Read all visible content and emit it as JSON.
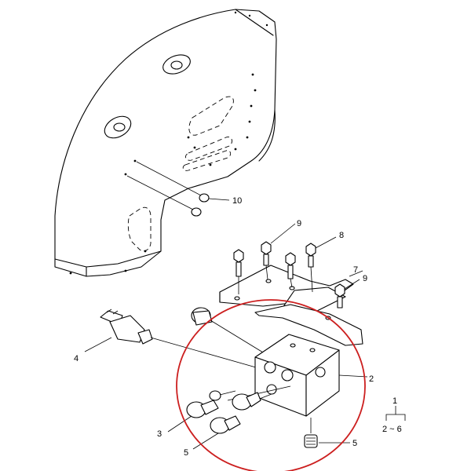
{
  "callouts": {
    "c1": "1",
    "c1_range": "2 ~ 6",
    "c2": "2",
    "c3": "3",
    "c4": "4",
    "c5a": "5",
    "c5b": "5",
    "c7": "7",
    "c8": "8",
    "c9a": "9",
    "c9b": "9",
    "c10": "10"
  },
  "colors": {
    "line": "#000000",
    "highlight_circle": "#cc1f1f",
    "background": "#ffffff"
  }
}
